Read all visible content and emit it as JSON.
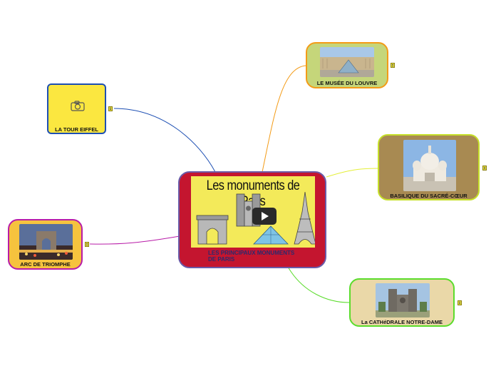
{
  "central": {
    "poster_title": "Les monuments de Paris",
    "label": "LES PRINCIPAUX MONUMENTS DE PARIS"
  },
  "nodes": {
    "eiffel": {
      "label": "LA TOUR EIFFEL"
    },
    "arc": {
      "label": "ARC DE TRIOMPHE"
    },
    "louvre": {
      "label": "LE MUSÉE DU LOUVRE"
    },
    "sacre": {
      "label": "BASILIQUE DU SACRÉ-CŒUR"
    },
    "notre": {
      "label": "La CATHéDRALE NOTRE-DAME"
    }
  },
  "colors": {
    "eiffel_link": "#1d4fb3",
    "arc_link": "#b81ca8",
    "louvre_link": "#f39b17",
    "sacre_link": "#e4ef37",
    "notre_link": "#5bdc2c",
    "central_fill": "#c4152f"
  },
  "icons": [
    "camera-icon",
    "play-icon",
    "note-icon"
  ]
}
